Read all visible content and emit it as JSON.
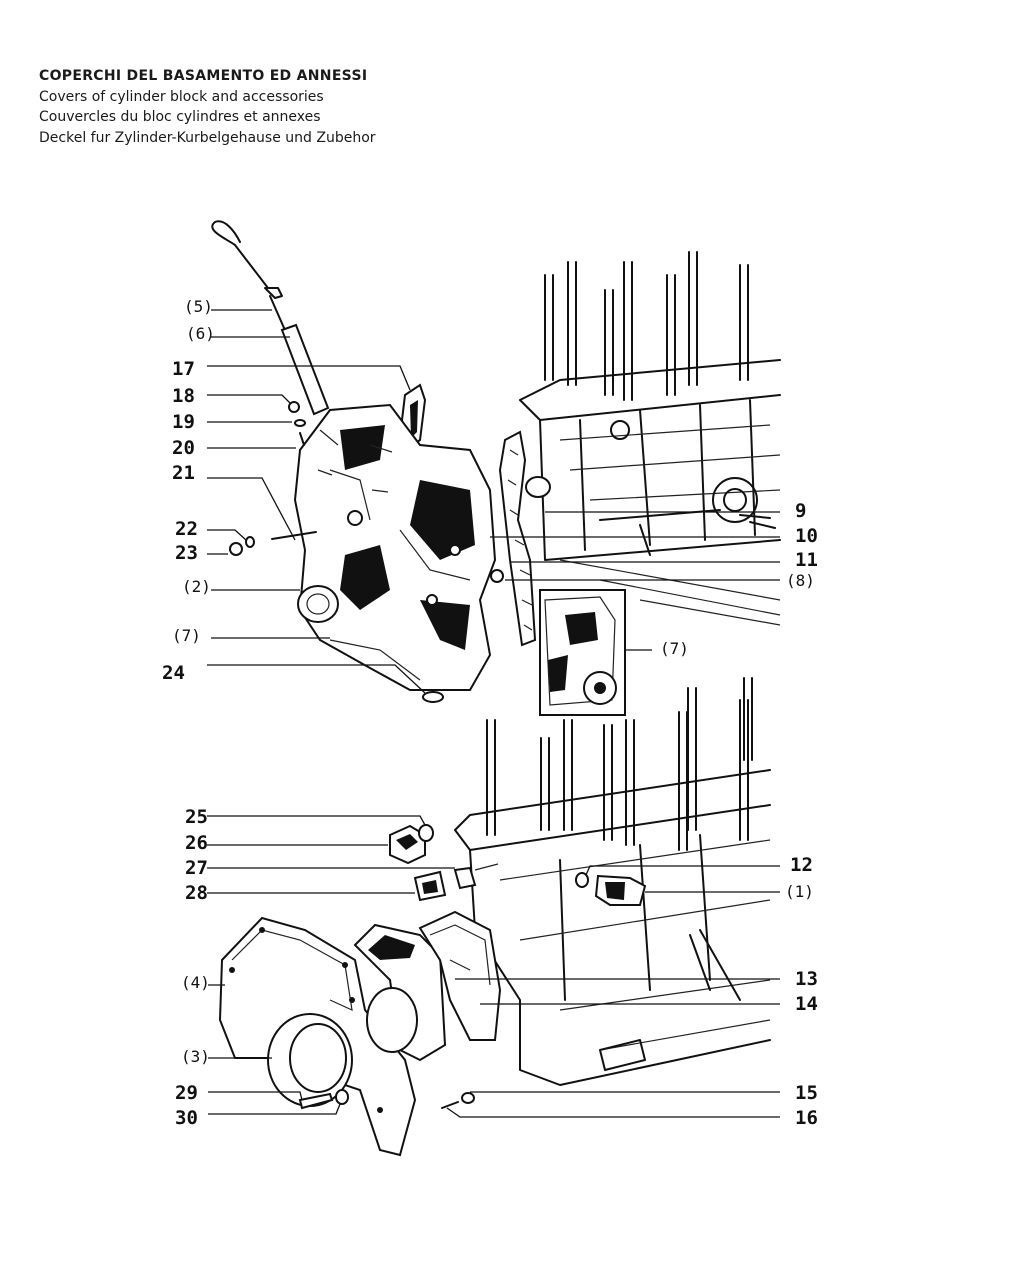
{
  "titles": {
    "it": "COPERCHI DEL BASAMENTO ED ANNESSI",
    "en": "Covers of cylinder block and accessories",
    "fr": "Couvercles du bloc cylindres et annexes",
    "de": "Deckel fur Zylinder-Kurbelgehause und Zubehor"
  },
  "labels": {
    "l5": "(5)",
    "l6": "(6)",
    "l17": "17",
    "l18": "18",
    "l19": "19",
    "l20": "20",
    "l21": "21",
    "l22": "22",
    "l23": "23",
    "l2": "(2)",
    "l7a": "(7)",
    "l24": "24",
    "l9": "9",
    "l10": "10",
    "l11": "11",
    "l8": "(8)",
    "l7b": "(7)",
    "l25": "25",
    "l26": "26",
    "l27": "27",
    "l28": "28",
    "l12": "12",
    "l1": "(1)",
    "l4": "(4)",
    "l3": "(3)",
    "l29": "29",
    "l30": "30",
    "l13": "13",
    "l14": "14",
    "l15": "15",
    "l16": "16"
  }
}
